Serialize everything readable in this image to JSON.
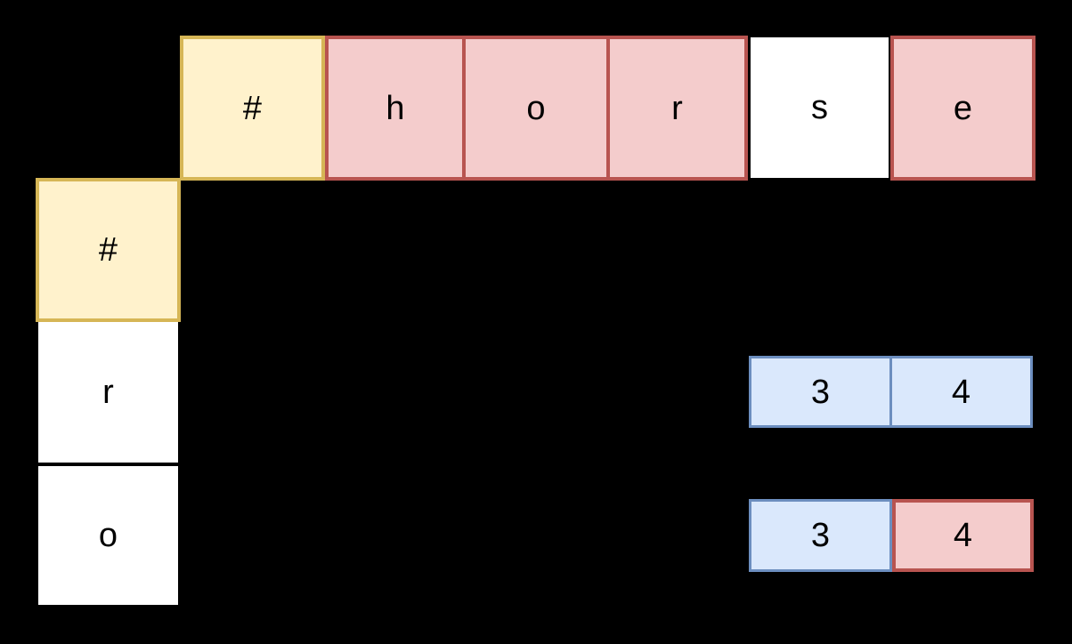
{
  "diagram": {
    "background_color": "#000000",
    "colors": {
      "yellow_fill": "#fff2cc",
      "yellow_border": "#d6b656",
      "red_fill": "#f4cccc",
      "red_border": "#b85450",
      "blue_fill": "#dae8fc",
      "blue_border": "#6c8ebf",
      "white_fill": "#ffffff",
      "text_color": "#000000"
    },
    "top_row_cells": [
      {
        "label": "#",
        "variant": "yellow"
      },
      {
        "label": "h",
        "variant": "red"
      },
      {
        "label": "o",
        "variant": "red"
      },
      {
        "label": "r",
        "variant": "red"
      },
      {
        "label": "s",
        "variant": "white"
      },
      {
        "label": "e",
        "variant": "red"
      }
    ],
    "left_column_cells": [
      {
        "label": "#",
        "variant": "yellow"
      },
      {
        "label": "r",
        "variant": "white"
      },
      {
        "label": "o",
        "variant": "white"
      }
    ],
    "result_rows": [
      {
        "cells": [
          {
            "label": "3",
            "variant": "blue"
          },
          {
            "label": "4",
            "variant": "blue"
          }
        ]
      },
      {
        "cells": [
          {
            "label": "3",
            "variant": "blue"
          },
          {
            "label": "4",
            "variant": "red"
          }
        ]
      }
    ]
  }
}
